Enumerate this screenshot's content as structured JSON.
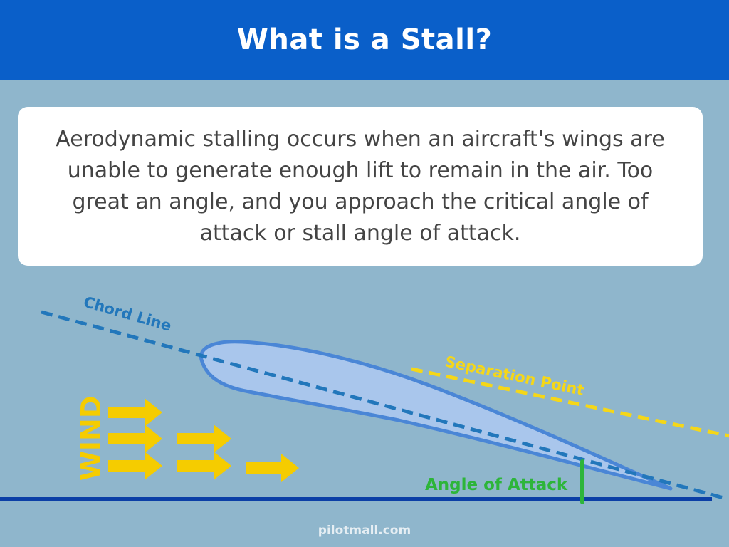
{
  "header": {
    "title": "What is a Stall?"
  },
  "card": {
    "text": "Aerodynamic stalling occurs when an aircraft's wings are unable to generate enough lift to remain in the air. Too great an angle, and you approach the critical angle of attack or stall angle of attack."
  },
  "diagram": {
    "chord_label": "Chord Line",
    "separation_label": "Separation Point",
    "wind_label": "WIND",
    "aoa_label": "Angle of Attack"
  },
  "footer": {
    "site": "pilotmall.com"
  },
  "colors": {
    "header_bg": "#0a5fc9",
    "background": "#8fb6cc",
    "airfoil_fill": "#a9c6ec",
    "airfoil_stroke": "#4a86d6",
    "chord_line": "#2277bb",
    "separation_line": "#f5d718",
    "wind_arrows": "#f5cc00",
    "angle_marker": "#2db53a",
    "ground_line": "#0b3fa6"
  }
}
